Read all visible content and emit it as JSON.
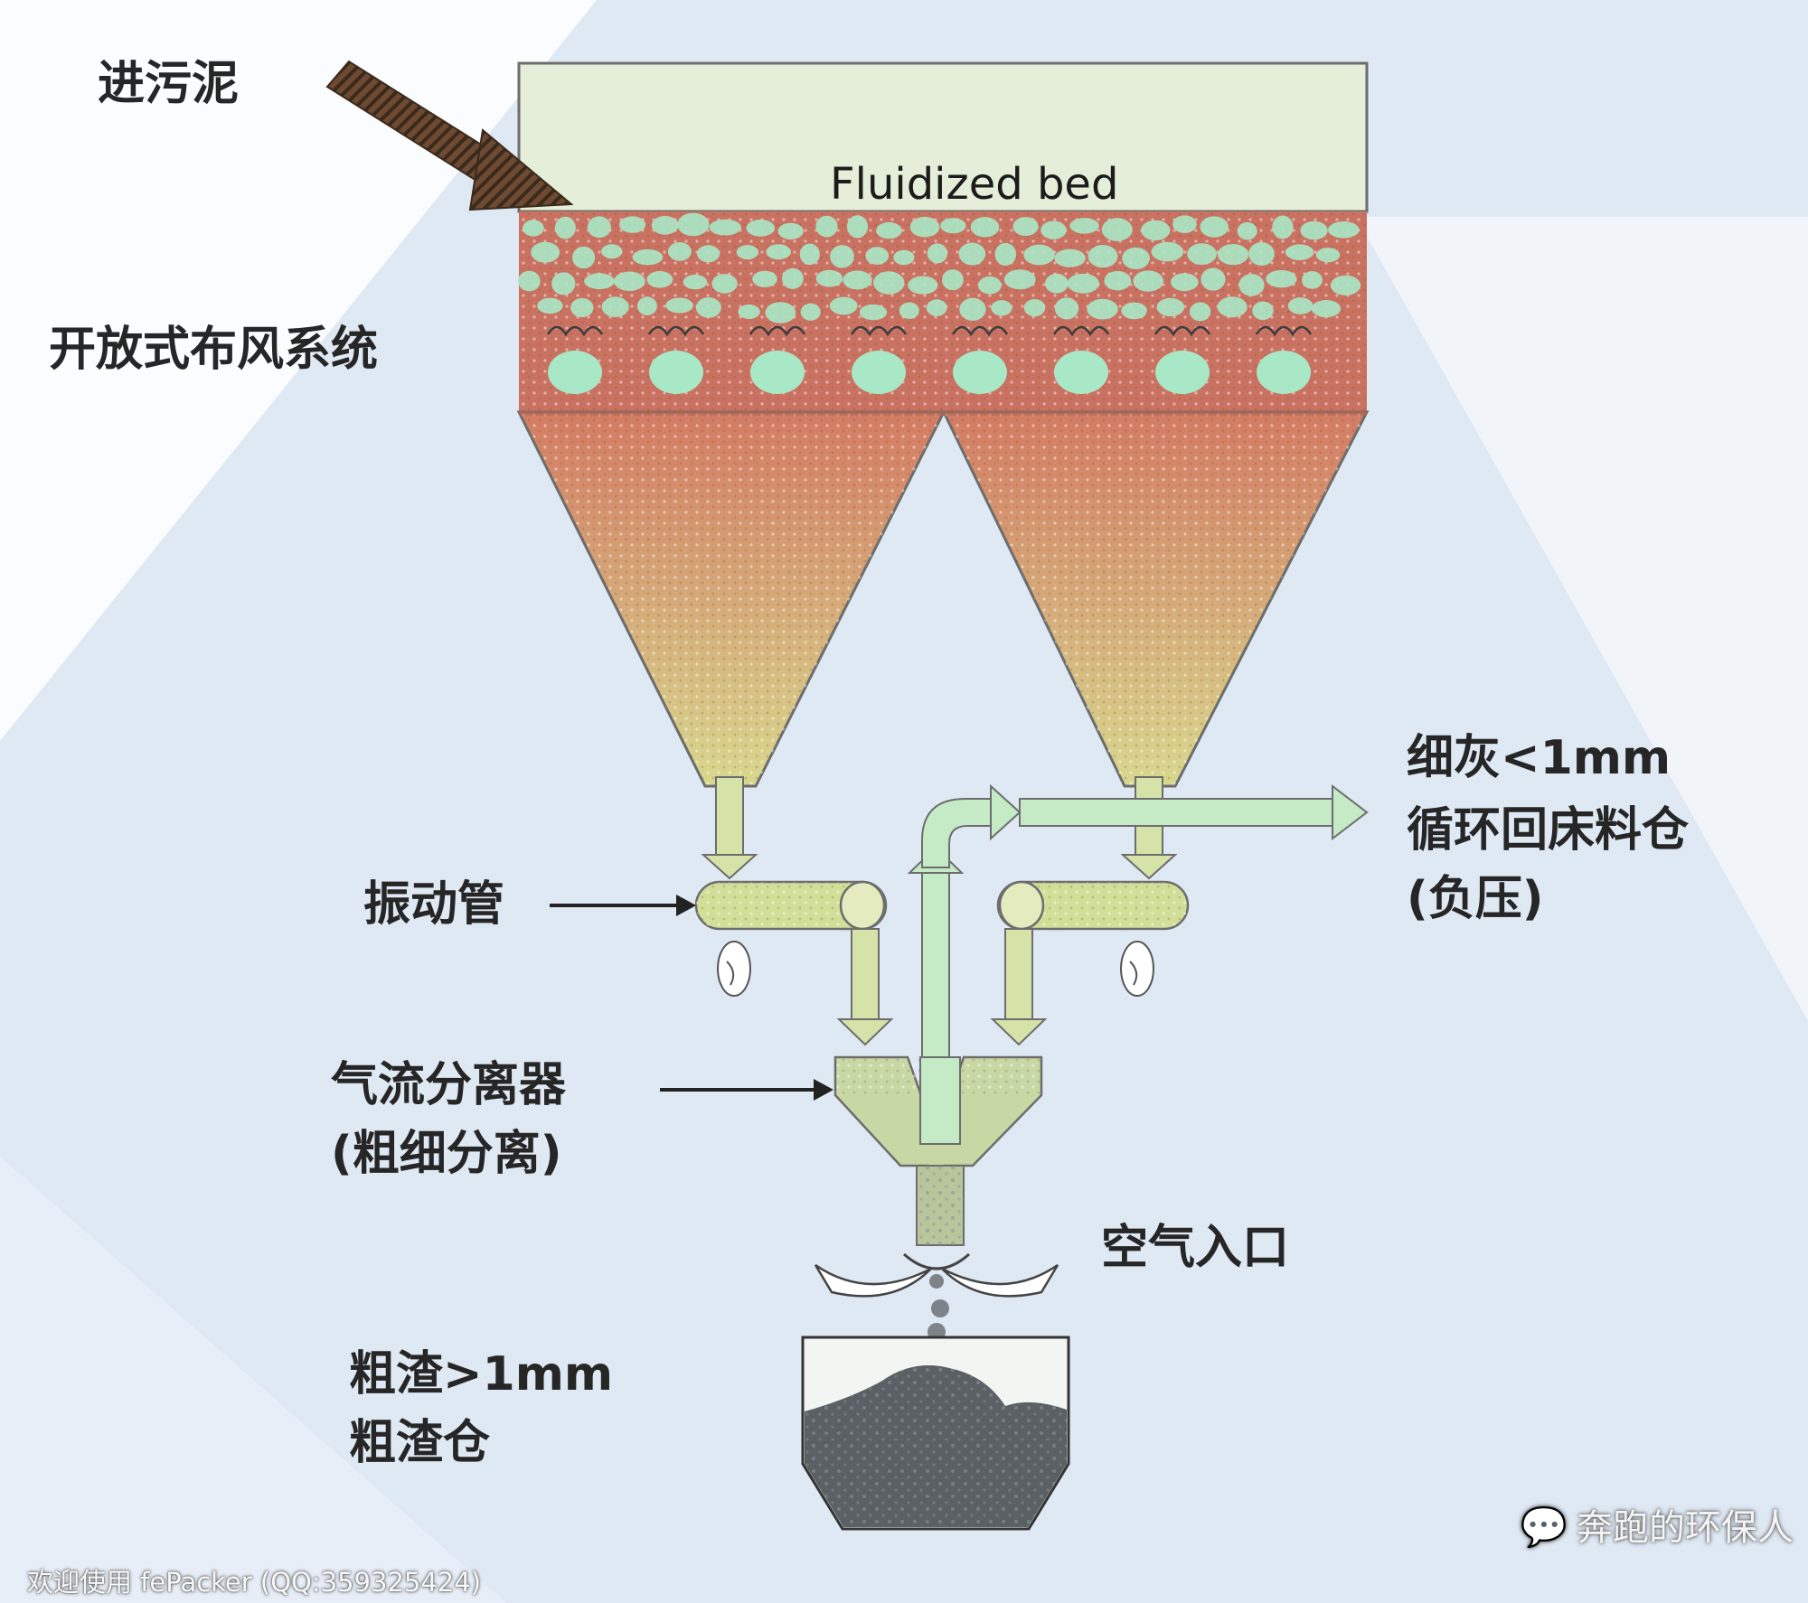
{
  "labels": {
    "sludge_in": "进污泥",
    "fluidized_bed": "Fluidized bed",
    "air_distribution": "开放式布风系统",
    "vibrating_tube": "振动管",
    "separator_line1": "气流分离器",
    "separator_line2": "(粗细分离)",
    "fine_ash_line1": "细灰<1mm",
    "fine_ash_line2": "循环回床料仓",
    "fine_ash_line3": "(负压)",
    "air_inlet": "空气入口",
    "coarse_line1": "粗渣>1mm",
    "coarse_line2": "粗渣仓"
  },
  "watermark": {
    "icon": "wechat-icon",
    "text": "奔跑的环保人"
  },
  "footer": {
    "text": "欢迎使用 fePacker (QQ:359325424)"
  },
  "colors": {
    "background": "#dfe9f4",
    "freeboard": "#e5eed8",
    "bed_particles": "#a8e8c6",
    "bed_base": "#c97262",
    "hopper_top": "#d37b63",
    "hopper_bottom": "#d8d88e",
    "air_flow": "#c4ebc5",
    "ash_bin": "#5a6064"
  }
}
